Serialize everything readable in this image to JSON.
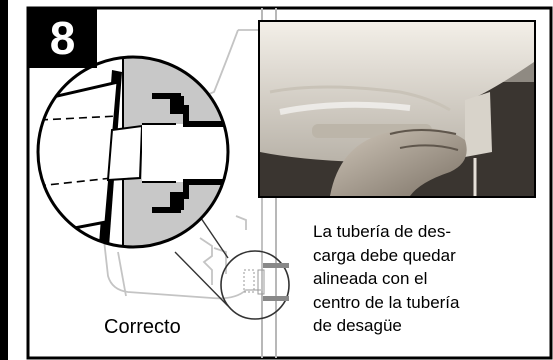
{
  "step": {
    "number": "8"
  },
  "illustration": {
    "label": "Correcto"
  },
  "instruction": {
    "lines": [
      "La tubería de des-",
      "carga debe quedar",
      "alineada con el",
      "centro de la tubería",
      "de desagüe"
    ]
  },
  "colors": {
    "frame": "#000000",
    "outline_gray": "#b8b8b8",
    "fill_gray": "#c8c8c8",
    "photo_porcelain": "#e6e1d9"
  }
}
